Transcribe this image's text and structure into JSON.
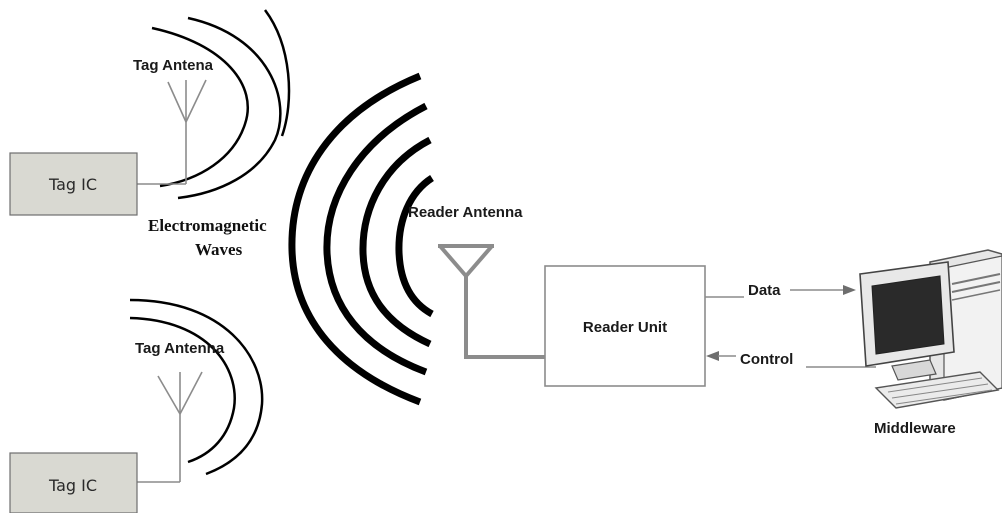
{
  "tag_top": {
    "antenna_label": "Tag Antena",
    "ic_label": "Tag IC"
  },
  "tag_bottom": {
    "antenna_label": "Tag Antenna",
    "ic_label": "Tag IC"
  },
  "waves_label": {
    "line1": "Electromagnetic",
    "line2": "Waves"
  },
  "reader": {
    "antenna_label": "Reader Antenna",
    "unit_label": "Reader Unit"
  },
  "links": {
    "data_label": "Data",
    "control_label": "Control"
  },
  "computer": {
    "label": "Middleware"
  },
  "colors": {
    "tag_box_fill": "#d9d9d2",
    "line_gray": "#8c8c8c",
    "wave_black": "#000000",
    "screen_dark": "#2a2a2a"
  }
}
